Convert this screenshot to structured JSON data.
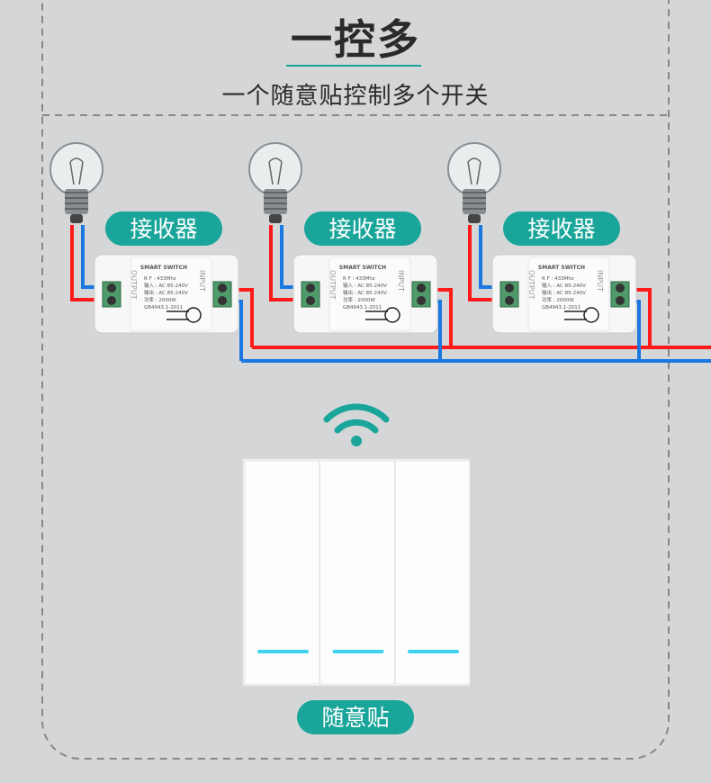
{
  "header": {
    "title": "一控多",
    "subtitle": "一个随意贴控制多个开关"
  },
  "receiver": {
    "label": "接收器",
    "brand": "SMART SWITCH",
    "output_label": "OUTPUT",
    "input_label": "INPUT",
    "specs": [
      "R F : 433Mhz",
      "输入 : AC 85-240V",
      "输出 : AC 85-240V",
      "功率 : 2000W",
      "GB4943.1-2011"
    ],
    "count": 3
  },
  "remote": {
    "label": "随意贴",
    "buttons": 3
  },
  "colors": {
    "accent": "#1aa59a",
    "live_wire": "#ff1a1a",
    "neutral_wire": "#1a78e0",
    "background": "#d4d6d7",
    "led": "#3fd3f0"
  }
}
